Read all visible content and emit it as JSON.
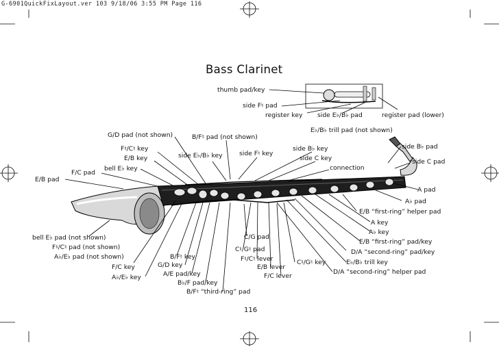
{
  "slug": "G-6901QuickFixLayout.ver 103  9/18/06  3:55 PM  Page 116",
  "title": "Bass Clarinet",
  "page_number": "116",
  "labels": {
    "thumb_pad_key": "thumb pad/key",
    "side_fs_pad": "side F♮ pad",
    "register_key": "register key",
    "side_eb_bb_pad": "side E♭/B♭ pad",
    "register_pad_lower": "register pad (lower)",
    "eb_bb_trill_pad": "E♭/B♭ trill pad (not shown)",
    "gd_pad": "G/D pad (not shown)",
    "bfs_pad": "B/F♮ pad (not shown)",
    "side_bb_pad": "side B♭ pad",
    "fs_cs_key": "F♮/C♮ key",
    "eb_key": "E/B key",
    "side_eb_bb_key": "side E♭/B♭ key",
    "side_fs_key": "side F♮ key",
    "side_bb_key": "side B♭ key",
    "side_c_key": "side C key",
    "side_c_pad": "side C pad",
    "bell_eb_key": "bell E♭ key",
    "fc_pad": "F/C pad",
    "eb_pad": "E/B pad",
    "connection": "connection",
    "a_pad": "A pad",
    "ab_pad": "A♭ pad",
    "eb_first_ring_helper": "E/B “first-ring” helper pad",
    "a_key": "A key",
    "ab_key": "A♭ key",
    "eb_first_ring_padkey": "E/B “first-ring” pad/key",
    "da_second_ring_padkey": "D/A “second-ring” pad/key",
    "eb_bb_trill_key": "E♭/B♭ trill key",
    "da_second_ring_helper": "D/A “second-ring” helper pad",
    "bell_eb_pad": "bell E♭ pad (not shown)",
    "fs_cs_pad": "F♮/C♮ pad (not shown)",
    "ab_eb_pad": "A♭/E♭ pad (not shown)",
    "fc_key": "F/C key",
    "ab_eb_key": "A♭/E♭ key",
    "bfs_key": "B/F♮ key",
    "gd_key": "G/D key",
    "ae_padkey": "A/E pad/key",
    "bbf_padkey": "B♭/F pad/key",
    "bfs_third_ring": "B/F♮ “third-ring” pad",
    "cg_pad": "C/G pad",
    "csgs_pad": "C♮/G♮ pad",
    "fscs_lever": "F♮/C♮ lever",
    "eb_lever": "E/B lever",
    "fc_lever": "F/C lever",
    "csgs_key": "C♮/G♮ key"
  }
}
